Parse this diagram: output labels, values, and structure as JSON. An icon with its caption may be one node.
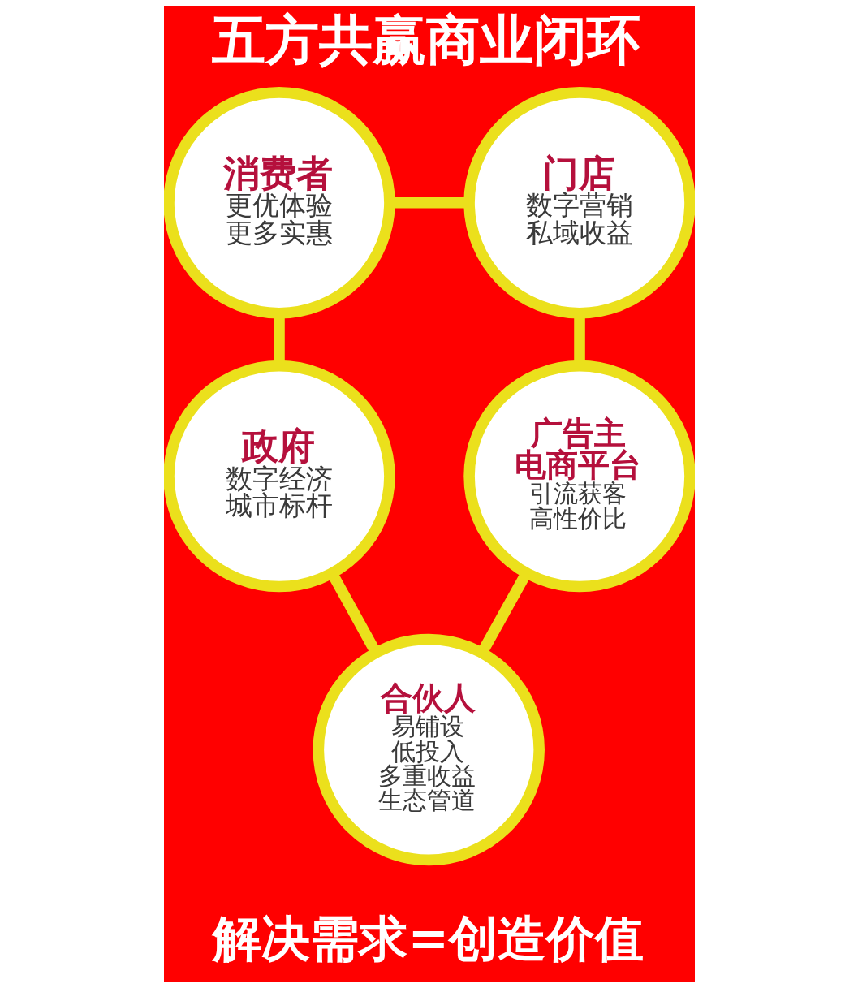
{
  "diagram": {
    "title": "五方共赢商业闭环",
    "caption": "解决需求=创造价值",
    "nodes": [
      {
        "text": [
          "消费者",
          "更优体验",
          "更多实惠"
        ]
      },
      {
        "text": [
          "门店",
          "数字营销",
          "私域收益"
        ]
      },
      {
        "text": [
          "政府",
          "数字经济",
          "城市标杆"
        ]
      },
      {
        "text": [
          "广告主",
          "电商平台",
          "引流获客",
          "高性价比"
        ]
      },
      {
        "text": [
          "合伙人",
          "易铺设",
          "低投入",
          "多重收益",
          "生态管道"
        ]
      }
    ],
    "edges": [
      {
        "from": 0,
        "to": 1,
        "arrow": "none"
      },
      {
        "from": 1,
        "to": 3,
        "arrow": "none"
      },
      {
        "from": 3,
        "to": 4,
        "arrow": "none"
      },
      {
        "from": 4,
        "to": 2,
        "arrow": "none"
      },
      {
        "from": 2,
        "to": 0,
        "arrow": "none"
      }
    ]
  }
}
